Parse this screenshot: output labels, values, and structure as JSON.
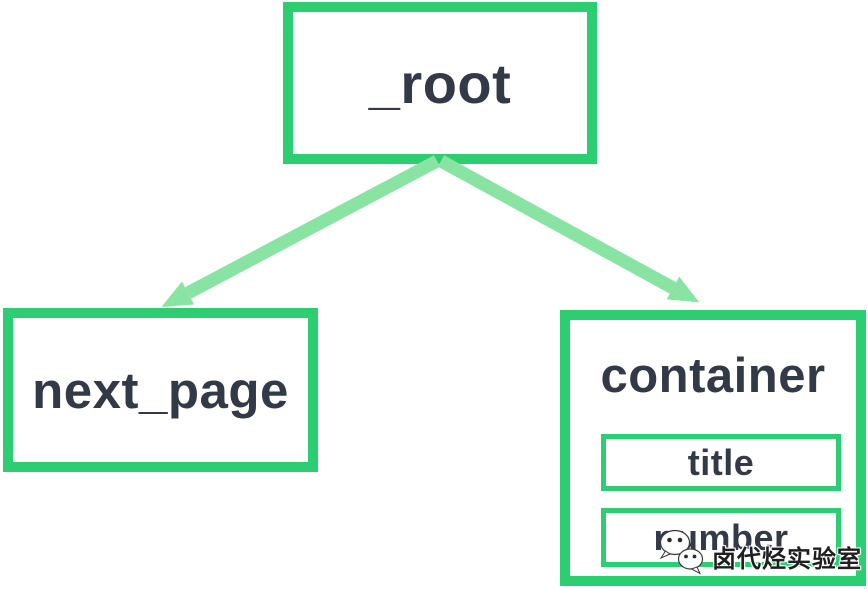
{
  "diagram": {
    "type": "tree",
    "root": {
      "id": "_root",
      "label": "_root"
    },
    "nodes": [
      {
        "id": "next_page",
        "label": "next_page"
      },
      {
        "id": "container",
        "label": "container",
        "children": [
          {
            "id": "title",
            "label": "title"
          },
          {
            "id": "number",
            "label": "number"
          }
        ]
      }
    ],
    "edges": [
      {
        "from": "_root",
        "to": "next_page"
      },
      {
        "from": "_root",
        "to": "container"
      }
    ]
  },
  "watermark": {
    "icon": "wechat-icon",
    "text": "卤代烃实验室"
  },
  "colors": {
    "background": "#ffffff",
    "node_border": "#2dce71",
    "arrow": "#89e3a2",
    "label_text": "#333a47",
    "watermark_text": "#1f1f1f"
  }
}
